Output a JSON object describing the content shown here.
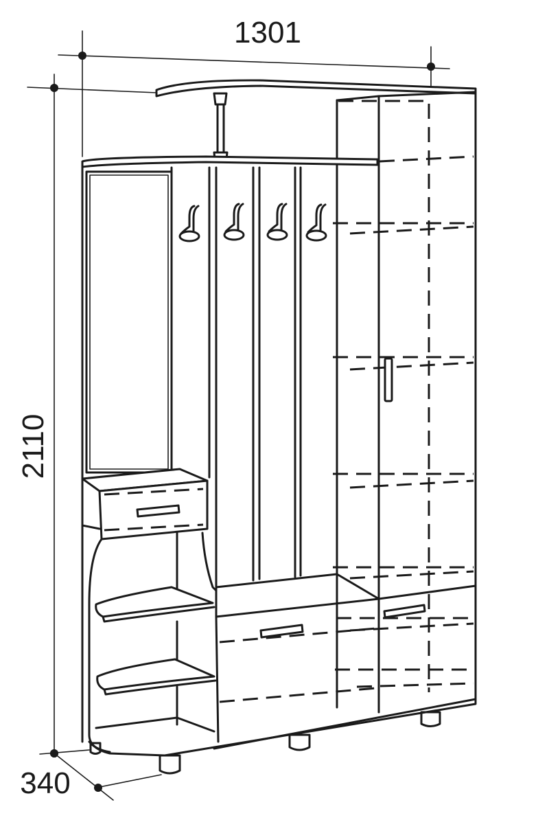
{
  "dimensions": {
    "width": "1301",
    "height": "2110",
    "depth": "340"
  },
  "colors": {
    "line": "#1a1a1a",
    "background": "#ffffff"
  }
}
